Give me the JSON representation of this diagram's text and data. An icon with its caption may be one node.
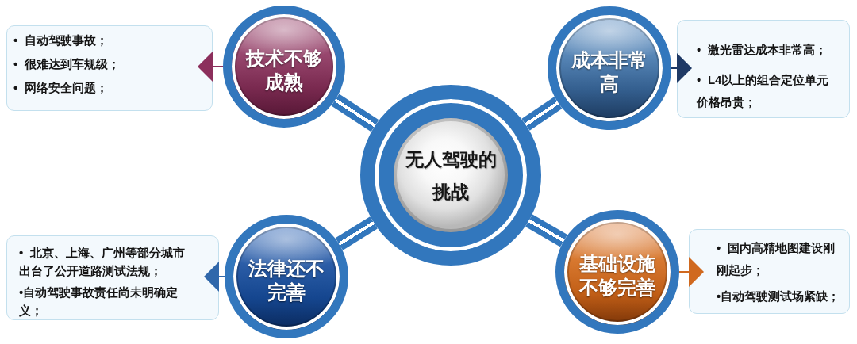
{
  "diagram": {
    "nodes": [
      {
        "text": [
          "• 自动驾驶事故；",
          "• 很难达到车规级；",
          "• 网络安全问题；"
        ]
      },
      {
        "text": [
          "技术不够成熟"
        ]
      },
      {
        "text": [
          "成本非常高"
        ]
      },
      {
        "text": [
          "• 激光雷达成本非常高；",
          "• L4以上的组合定位单元价格昂贵；"
        ]
      },
      {
        "text": [
          "无人驾驶的挑战"
        ]
      },
      {
        "text": [
          "• 北京、上海、广州等部分城市出台了公开道路测试法规；",
          "•自动驾驶事故责任尚未明确定义；"
        ]
      },
      {
        "text": [
          "法律还不完善"
        ]
      },
      {
        "text": [
          "基础设施不够完善"
        ]
      },
      {
        "text": [
          "• 国内高精地图建设刚刚起步；",
          "•自动驾驶测试场紧缺；"
        ]
      }
    ],
    "edges": [
      {
        "from": 4,
        "to": 1,
        "arrow": "none",
        "style": "thick"
      },
      {
        "from": 4,
        "to": 2,
        "arrow": "none",
        "style": "thick"
      },
      {
        "from": 4,
        "to": 6,
        "arrow": "none",
        "style": "thick"
      },
      {
        "from": 4,
        "to": 7,
        "arrow": "none",
        "style": "thick"
      },
      {
        "from": 1,
        "to": 0,
        "arrow": "to",
        "color": "#8c2f5c"
      },
      {
        "from": 2,
        "to": 3,
        "arrow": "to",
        "color": "#1f3a66"
      },
      {
        "from": 6,
        "to": 5,
        "arrow": "to",
        "color": "#3068ab"
      },
      {
        "from": 7,
        "to": 8,
        "arrow": "to",
        "color": "#d0691f"
      }
    ]
  }
}
